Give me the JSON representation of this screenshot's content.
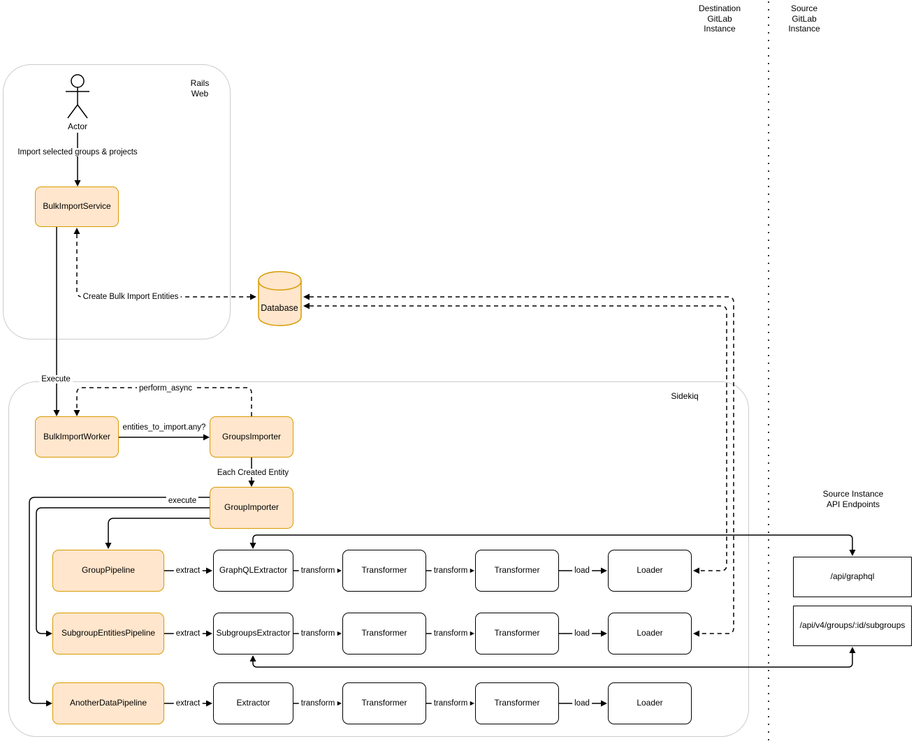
{
  "lanes": {
    "destination_label": "Destination\nGitLab\nInstance",
    "source_label": "Source\nGitLab\nInstance"
  },
  "containers": {
    "rails_web_label": "Rails\nWeb",
    "sidekiq_label": "Sidekiq"
  },
  "actor_label": "Actor",
  "nodes": {
    "bulk_import_service": "BulkImportService",
    "bulk_import_worker": "BulkImportWorker",
    "groups_importer": "GroupsImporter",
    "group_importer": "GroupImporter",
    "database": "Database"
  },
  "edge_labels": {
    "import_selected": "Import selected groups & projects",
    "create_entities": "Create Bulk Import Entities",
    "execute": "Execute",
    "perform_async": "perform_async",
    "entities_check": "entities_to_import.any?",
    "each_created_entity": "Each Created Entity",
    "group_importer_execute": "execute"
  },
  "api": {
    "title": "Source Instance API Endpoints",
    "graphql_endpoint": "/api/graphql",
    "subgroups_endpoint": "/api/v4/groups/:id/subgroups"
  },
  "rows": [
    {
      "pipeline": "GroupPipeline",
      "extractor": "GraphQLExtractor",
      "transformer1": "Transformer",
      "transformer2": "Transformer",
      "loader": "Loader",
      "extract_label": "extract",
      "transform1_label": "transform",
      "transform2_label": "transform",
      "load_label": "load"
    },
    {
      "pipeline": "SubgroupEntitiesPipeline",
      "extractor": "SubgroupsExtractor",
      "transformer1": "Transformer",
      "transformer2": "Transformer",
      "loader": "Loader",
      "extract_label": "extract",
      "transform1_label": "transform",
      "transform2_label": "transform",
      "load_label": "load"
    },
    {
      "pipeline": "AnotherDataPipeline",
      "extractor": "Extractor",
      "transformer1": "Transformer",
      "transformer2": "Transformer",
      "loader": "Loader",
      "extract_label": "extract",
      "transform1_label": "transform",
      "transform2_label": "transform",
      "load_label": "load"
    }
  ],
  "colors": {
    "highlight_fill": "#FFE6CC",
    "highlight_stroke": "#D79B00",
    "box_stroke": "#000000",
    "container_stroke": "#CCCCCC",
    "background": "#FFFFFF"
  }
}
